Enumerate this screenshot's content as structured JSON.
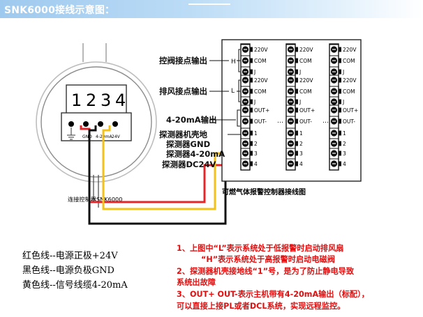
{
  "header": {
    "title": "SNK6000接线示意图："
  },
  "sensor": {
    "terminals": [
      "1",
      "2",
      "3",
      "4"
    ],
    "small_labels": [
      "GND",
      "4-20mA",
      "24V"
    ],
    "caption": "连接控制器SNK6000"
  },
  "controller": {
    "title": "可燃气体报警控制器接线图",
    "relay_labels": [
      "220V",
      "COM",
      "J"
    ],
    "analog_labels": [
      "OUT+",
      "OUT-"
    ],
    "ellipsis": "…",
    "detector_labels": [
      "1",
      "2",
      "3",
      "4"
    ],
    "side_labels": {
      "valve": "控阀接点输出",
      "fan": "排风接点输出",
      "analog": "4-20mA输出",
      "shell": "探测器机壳地",
      "gnd": "探测器GND",
      "signal": "探测器4-20mA",
      "power": "探测器DC24V"
    },
    "h_mark": "H",
    "l_mark": "L"
  },
  "legend": [
    "红色线--电源正极+24V",
    "黑色线--电源负极GND",
    "黄色线--信号线缆4-20mA"
  ],
  "notes": [
    "1、上图中“L”表示系统处于低报警时启动排风扇",
    "“H”表示系统处于高报警时启动电磁阀",
    "2、探测器机壳接地线“1”号，是为了防止静电导致",
    "系统出故障",
    "3、OUT+ OUT-表示主机带有4-20mA输出（标配），",
    "可以直接上接PL或者DCL系统，实现远程监控。"
  ],
  "colors": {
    "red_wire": "#e3262a",
    "black_wire": "#111111",
    "yellow_wire": "#f2c21a",
    "note_text": "#e01010"
  }
}
